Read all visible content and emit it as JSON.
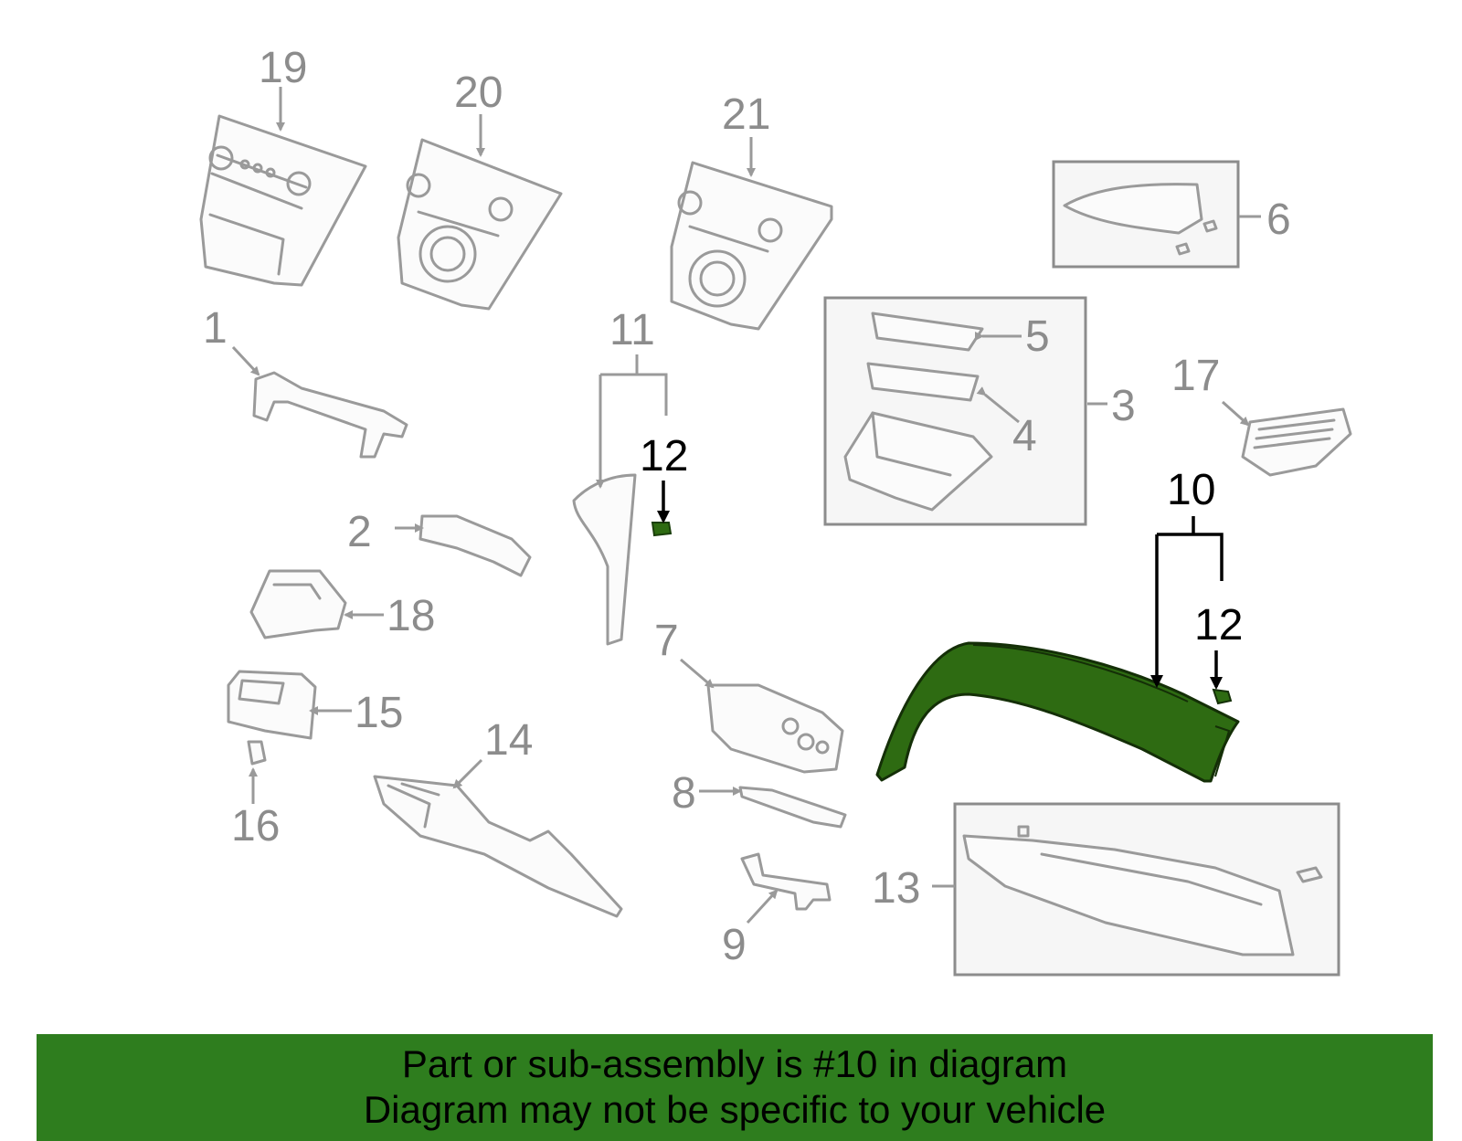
{
  "diagram": {
    "callouts": {
      "c19": "19",
      "c20": "20",
      "c21": "21",
      "c6": "6",
      "c5": "5",
      "c3": "3",
      "c4": "4",
      "c17": "17",
      "c1": "1",
      "c11": "11",
      "c12a": "12",
      "c10": "10",
      "c2": "2",
      "c18": "18",
      "c12b": "12",
      "c7": "7",
      "c15": "15",
      "c14": "14",
      "c16": "16",
      "c8": "8",
      "c13": "13",
      "c9": "9"
    },
    "highlight_part": "10",
    "colors": {
      "highlight": "#2e6b12",
      "banner": "#2e7d1e",
      "part_outline": "#9a9a9a"
    }
  },
  "banner": {
    "line1": "Part or sub-assembly is #10 in diagram",
    "line2": "Diagram may not be specific to your vehicle"
  }
}
